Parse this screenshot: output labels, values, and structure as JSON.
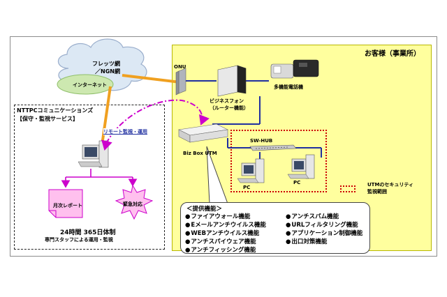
{
  "customer": {
    "title": "お客様（事業所）"
  },
  "cloud": {
    "line1": "フレッツ網",
    "line2": "／NGN網",
    "internet": "インターネット"
  },
  "onu": {
    "label": "ONU"
  },
  "business_phone": {
    "line1": "ビジネスフォン",
    "line2": "（ルーター機能）"
  },
  "phones": {
    "label": "多機能電話機"
  },
  "nttpc": {
    "title": "NTTPCコミュニケーションズ",
    "subtitle": "【保守・監視サービス】",
    "remote": "リモート監視・運用"
  },
  "utm": {
    "label": "Biz Box UTM"
  },
  "sw_hub": {
    "label": "SW-HUB"
  },
  "pcs": [
    {
      "label": "PC"
    },
    {
      "label": "PC"
    }
  ],
  "legend": {
    "line1": "UTMのセキュリティ",
    "line2": "監視範囲"
  },
  "report": {
    "label": "月次レポート"
  },
  "emergency": {
    "label": "緊急対応"
  },
  "support": {
    "line1": "24時間 365日体制",
    "line2": "専門スタッフによる運用・監視"
  },
  "features": {
    "title": "＜提供機能＞",
    "left": [
      "ファイアウォール機能",
      "Eメールアンチウイルス機能",
      "WEBアンチウイルス機能",
      "アンチスパイウェア機能",
      "アンチフィッシング機能"
    ],
    "right": [
      "アンチスパム機能",
      "URLフィルタリング機能",
      "アプリケーション制御機能",
      "出口対策機能"
    ]
  },
  "colors": {
    "orange_line": "#f0a020",
    "blue_line": "#1f2fa0",
    "remote_line": "#cc00cc",
    "utm_range": "#cc0000",
    "customer_bg": "#ffff9e"
  }
}
